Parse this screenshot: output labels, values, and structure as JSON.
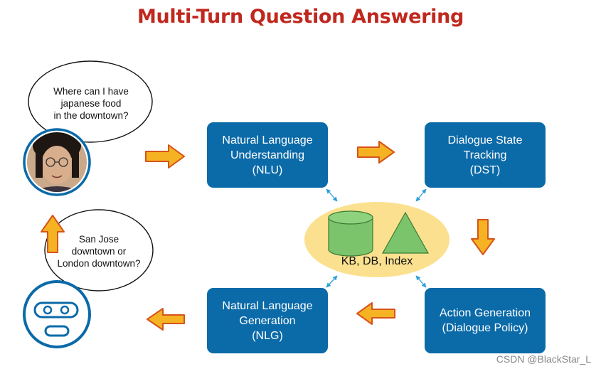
{
  "title": "Multi-Turn Question Answering",
  "user_utterance": [
    "Where can I have",
    "japanese food",
    "in the downtown?"
  ],
  "system_utterance": [
    "San Jose",
    "downtown or",
    "London downtown?"
  ],
  "modules": {
    "nlu": [
      "Natural Language",
      "Understanding",
      "(NLU)"
    ],
    "dst": [
      "Dialogue State",
      "Tracking",
      "(DST)"
    ],
    "policy": [
      "Action Generation",
      "(Dialogue Policy)"
    ],
    "nlg": [
      "Natural Language",
      "Generation",
      "(NLG)"
    ]
  },
  "knowledge": "KB, DB, Index",
  "watermark": "CSDN @BlackStar_L",
  "colors": {
    "title": "#c0281e",
    "module_box": "#0b6aa8",
    "arrow_fill": "#f5b324",
    "arrow_stroke": "#d6541a",
    "kb_ellipse": "#fbe18f",
    "kb_shapes": "#7cc46c",
    "connector": "#2a9fd8"
  }
}
